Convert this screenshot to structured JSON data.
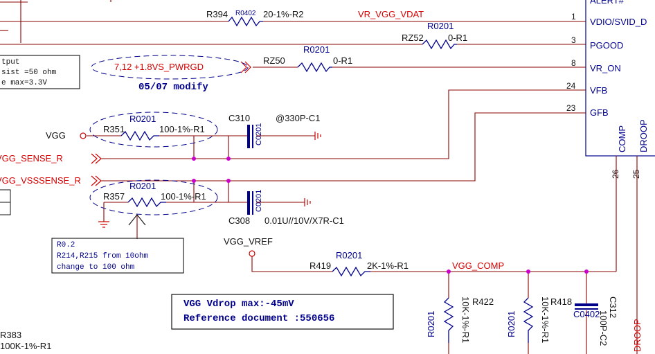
{
  "ic": {
    "pins": [
      {
        "num": "1",
        "name": "VDIO/SVID_D"
      },
      {
        "num": "3",
        "name": "PGOOD"
      },
      {
        "num": "8",
        "name": "VR_ON"
      },
      {
        "num": "24",
        "name": "VFB"
      },
      {
        "num": "23",
        "name": "GFB"
      }
    ],
    "top_partial": "ALERT#",
    "bottom_pins": [
      {
        "num": "26",
        "name": "COMP"
      },
      {
        "num": "25",
        "name": "DROOP"
      }
    ]
  },
  "components": {
    "r394": {
      "ref": "R394",
      "pkg": "R0402",
      "value": "20-1%-R2"
    },
    "rz52": {
      "ref": "RZ52",
      "pkg": "R0201",
      "value": "0-R1"
    },
    "rz50": {
      "ref": "RZ50",
      "pkg": "R0201",
      "value": "0-R1"
    },
    "r351": {
      "ref": "R351",
      "pkg": "R0201",
      "value": "100-1%-R1"
    },
    "r357": {
      "ref": "R357",
      "pkg": "R0201",
      "value": "100-1%-R1"
    },
    "c310": {
      "ref": "C310",
      "pkg": "C0201",
      "value": "@330P-C1"
    },
    "c308": {
      "ref": "C308",
      "pkg": "C0201",
      "value": "0.01U//10V/X7R-C1"
    },
    "r419": {
      "ref": "R419",
      "pkg": "R0201",
      "value": "2K-1%-R1"
    },
    "r422": {
      "ref": "R422",
      "pkg": "R0201",
      "value": "10K-1%-R1"
    },
    "r418": {
      "ref": "R418",
      "pkg": "R0201",
      "value": "10K-1%-R1"
    },
    "c312": {
      "ref": "C312",
      "pkg": "C0402",
      "value": "100P-C2"
    },
    "r383": {
      "ref": "R383",
      "value": "100K-1%-R1"
    }
  },
  "nets": {
    "vr_vgg_vdat": "VR_VGG_VDAT",
    "pwrgd": "7,12  +1.8VS_PWRGD",
    "vgg": "VGG",
    "vgg_sense": "VGG_SENSE_R",
    "vgg_vsssense": "VGG_VSSSENSE_R",
    "vgg_vref": "VGG_VREF",
    "vgg_comp": "VGG_COMP",
    "droop": "DROOP"
  },
  "notes": {
    "modify": "05/07 modify",
    "left_box": [
      "tput",
      "sist =50 ohm",
      "e max=3.3V"
    ],
    "r_note": [
      "R0.2",
      "R214,R215 from 10ohm",
      "change to 100 ohm"
    ],
    "vdrop": [
      "VGG Vdrop max:-45mV",
      "Reference document :550656"
    ]
  }
}
